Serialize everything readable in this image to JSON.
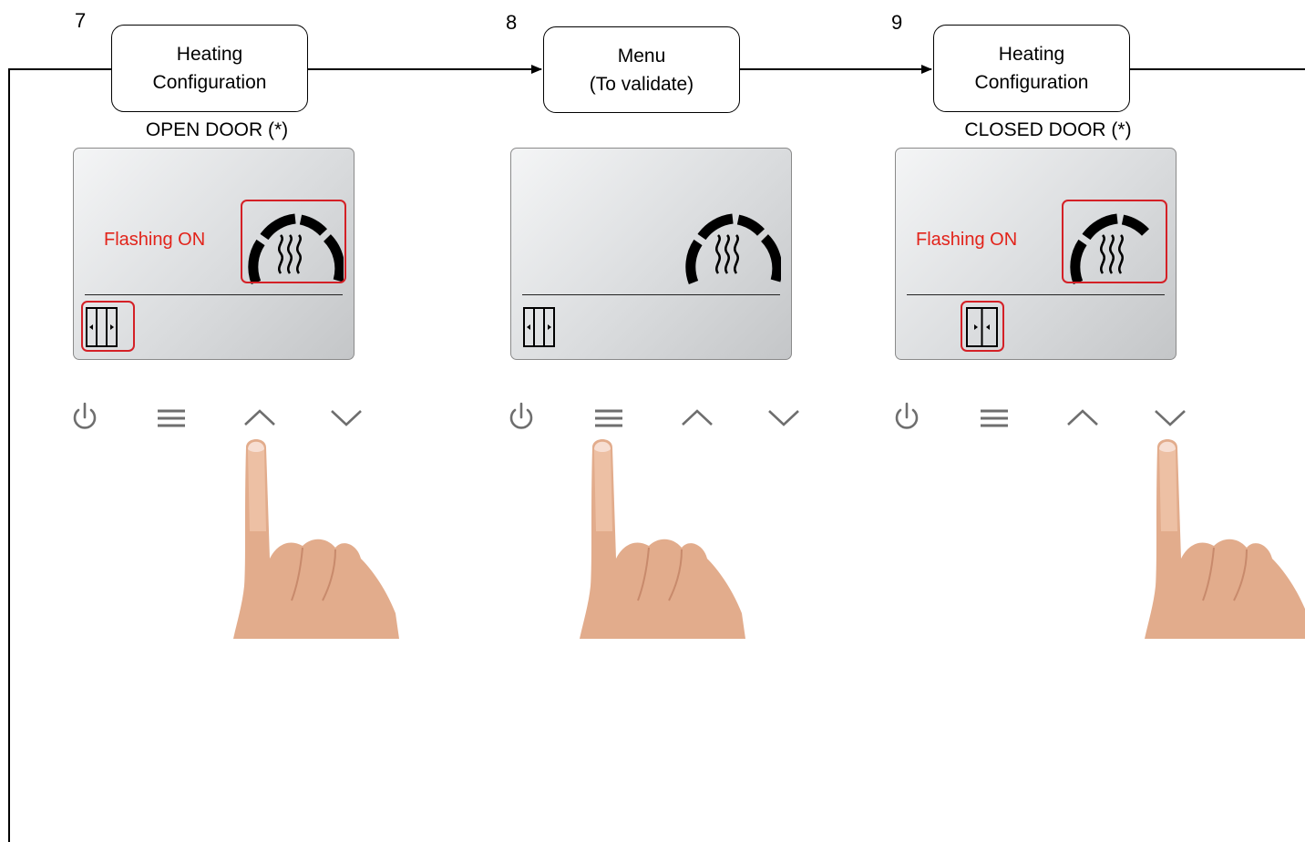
{
  "steps": [
    {
      "number": "7",
      "title_line1": "Heating",
      "title_line2": "Configuration",
      "caption": "OPEN DOOR (*)",
      "status_text": "Flashing ON",
      "door_icon": "door-open-icon",
      "gauge_icon": "heating-gauge-icon",
      "pressed_button": "up-arrow"
    },
    {
      "number": "8",
      "title_line1": "Menu",
      "title_line2": "(To validate)",
      "caption": "",
      "status_text": "",
      "door_icon": "door-open-icon",
      "gauge_icon": "heating-gauge-icon",
      "pressed_button": "menu"
    },
    {
      "number": "9",
      "title_line1": "Heating",
      "title_line2": "Configuration",
      "caption": "CLOSED DOOR (*)",
      "status_text": "Flashing ON",
      "door_icon": "door-closed-icon",
      "gauge_icon": "heating-gauge-icon",
      "pressed_button": "down-arrow"
    }
  ],
  "control_icons": [
    "power-icon",
    "menu-icon",
    "chevron-up-icon",
    "chevron-down-icon"
  ],
  "colors": {
    "highlight": "#d42026",
    "status_text": "#e2231a",
    "gauge": "#000000",
    "skin": "#e2ac8c"
  }
}
